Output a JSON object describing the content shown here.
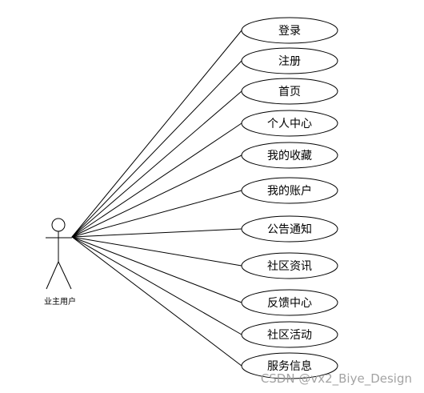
{
  "actor": {
    "label": "业主用户"
  },
  "use_cases": [
    {
      "label": "登录"
    },
    {
      "label": "注册"
    },
    {
      "label": "首页"
    },
    {
      "label": "个人中心"
    },
    {
      "label": "我的收藏"
    },
    {
      "label": "我的账户"
    },
    {
      "label": "公告通知"
    },
    {
      "label": "社区资讯"
    },
    {
      "label": "反馈中心"
    },
    {
      "label": "社区活动"
    },
    {
      "label": "服务信息"
    }
  ],
  "watermark": {
    "text": "CSDN @vx2_Biye_Design"
  }
}
